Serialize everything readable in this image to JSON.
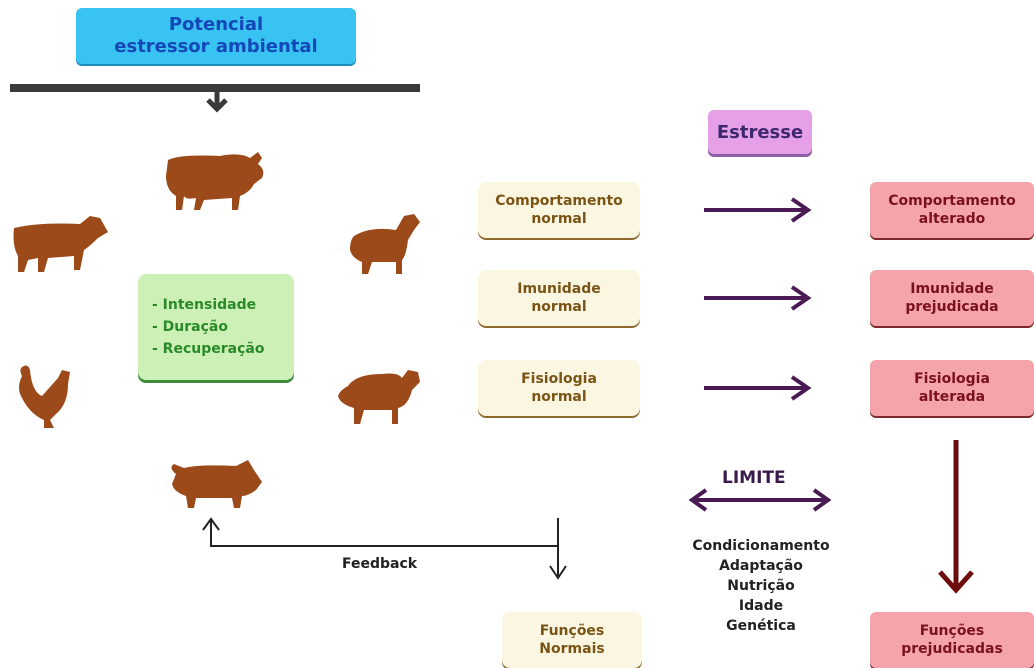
{
  "title_box": {
    "line1": "Potencial",
    "line2": "estressor ambiental"
  },
  "stress": {
    "label": "Estresse"
  },
  "factors": [
    "- Intensidade",
    "- Duração",
    "- Recuperação"
  ],
  "normal": [
    {
      "line1": "Comportamento",
      "line2": "normal"
    },
    {
      "line1": "Imunidade",
      "line2": "normal"
    },
    {
      "line1": "Fisiologia",
      "line2": "normal"
    }
  ],
  "altered": [
    {
      "line1": "Comportamento",
      "line2": "alterado"
    },
    {
      "line1": "Imunidade",
      "line2": "prejudicada"
    },
    {
      "line1": "Fisiologia",
      "line2": "alterada"
    }
  ],
  "limit": {
    "label": "LIMITE"
  },
  "conditions": [
    "Condicionamento",
    "Adaptação",
    "Nutrição",
    "Idade",
    "Genética"
  ],
  "feedback": {
    "label": "Feedback"
  },
  "normal_functions": {
    "line1": "Funções",
    "line2": "Normais"
  },
  "impaired_functions": {
    "line1": "Funções",
    "line2": "prejudicadas"
  },
  "animals": [
    "bull-icon",
    "cow-icon",
    "goat-icon",
    "hen-icon",
    "sheep-icon",
    "pig-icon"
  ],
  "colors": {
    "title_bg": "#39c3f2",
    "title_text": "#1448b8",
    "stress_bg": "#e6a0e8",
    "normal_bg": "#fbf6e2",
    "altered_bg": "#f4a4aa",
    "factor_bg": "#cdf0b7",
    "factor_text": "#2a8a2a",
    "animal": "#9c4a1a",
    "purple_arrow": "#4a1a55",
    "dark_red_arrow": "#6e0c0c"
  }
}
